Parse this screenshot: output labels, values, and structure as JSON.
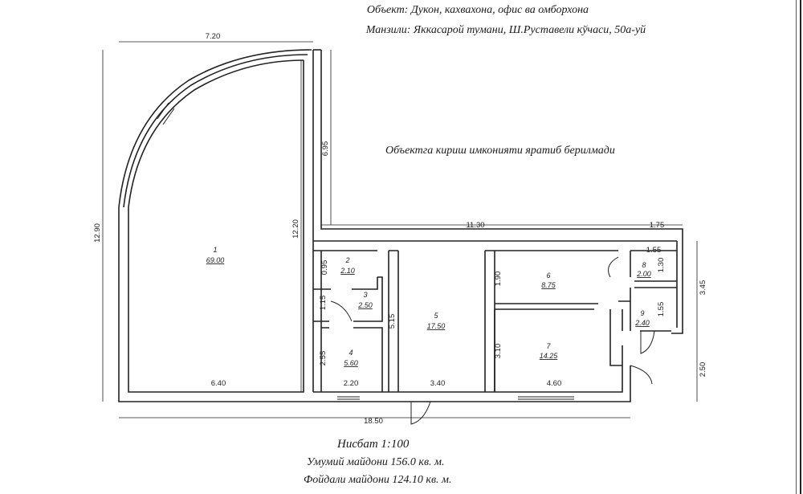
{
  "header": {
    "object": "Объект: Дукон, кахвахона, офис ва омборхона",
    "address": "Манзили: Яккасарой тумани, Ш.Руставели кўчаси, 50а-уй"
  },
  "note": "Объектга кириш имконияти яратиб берилмади",
  "footer": {
    "scale": "Нисбат 1:100",
    "total_area": "Умумий майдони 156.0 кв. м.",
    "useful_area": "Фойдали майдони 124.10 кв. м."
  },
  "rooms": [
    {
      "num": "1",
      "area": "69.00"
    },
    {
      "num": "2",
      "area": "2.10"
    },
    {
      "num": "3",
      "area": "2.50"
    },
    {
      "num": "4",
      "area": "5.60"
    },
    {
      "num": "5",
      "area": "17.50"
    },
    {
      "num": "6",
      "area": "8.75"
    },
    {
      "num": "7",
      "area": "14.25"
    },
    {
      "num": "8",
      "area": "2.00"
    },
    {
      "num": "9",
      "area": "2.40"
    }
  ],
  "dims": {
    "top_width": "7.20",
    "left_height": "12.90",
    "inner_height": "12.20",
    "corridor_height": "6.95",
    "corridor_length": "11.30",
    "right_small": "1.75",
    "r1_width": "6.40",
    "r4_width": "2.20",
    "r5_width": "3.40",
    "r7_width": "4.60",
    "total_width": "18.50",
    "r2_height": "0.95",
    "r3_height": "1.15",
    "r4_height": "2.55",
    "r5_height": "5.15",
    "r6_height": "1.90",
    "r7_height": "3.10",
    "r8_width": "1.55",
    "r8_height": "1.30",
    "r9_height": "1.55",
    "right_upper": "3.45",
    "right_lower": "2.50"
  },
  "colors": {
    "line": "#222222",
    "paper": "#ffffff"
  }
}
